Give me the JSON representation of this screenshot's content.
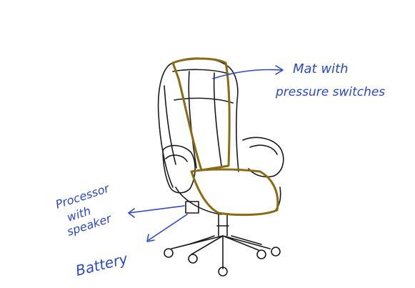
{
  "labels": {
    "mat_line1": "Mat with",
    "mat_line2": "pressure switches",
    "processor_line1": "Processor",
    "processor_line2": "with",
    "processor_line3": "speaker",
    "battery": "Battery"
  },
  "colors": {
    "ink": "#1a1a1a",
    "mat_outline": "#8a6a12",
    "annotation": "#2b48c8",
    "background": "#ffffff"
  }
}
